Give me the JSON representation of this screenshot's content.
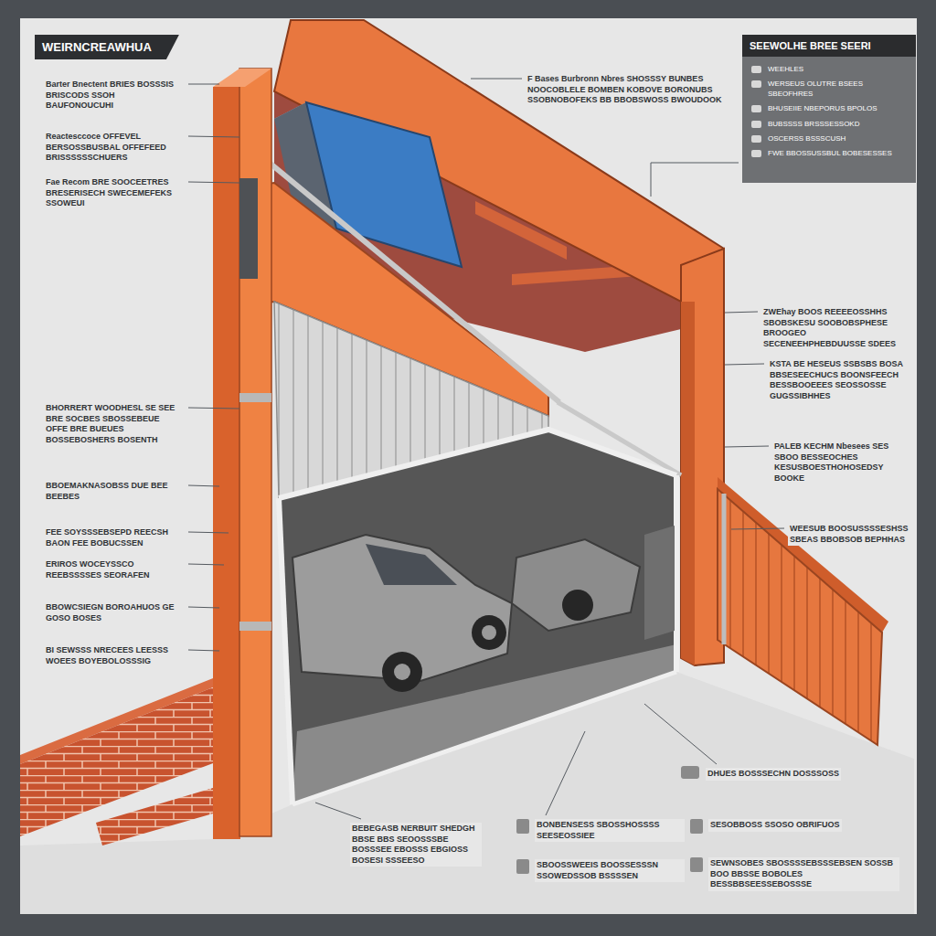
{
  "diagram": {
    "title": "WEIRNCREAWHUA",
    "nodes": [
      {
        "text": [
          "SEEWOLHE BREE SEERI",
          "WEEHLES",
          "WERSEUS OLUTRE BSEES SBEOFHRES",
          "BHUSEIIE NBEPORUS BPOLOS",
          "BUBSSSS BRSSSESSOKD",
          "OSCERSS BSSSCUSH",
          "FWE BBOSSUSSBUL BOBESESSES"
        ]
      }
    ],
    "labels": [
      "Barter Bnectent BRIES BOSSSIS BRISCODS SSOH BAUFONOUCUHI",
      "Reactesccoce OFFEVEL BERSOSSBUSBAL OFFEFEED BRISSSSSSCHUERS",
      "Fae Recom BRE SOOCEETRES BRESERISECH SWECEMEFEKS SSOWEUI",
      "F Bases Burbronn Nbres SHOSSSY BUNBES NOOCOBLELE BOMBEN KOBOVE BORONUBS SSOBNOBOFEKS BB BBOBSWOSS BWOUDOOK",
      "ZWEhay BOOS REEEEOSSHHS SBOBSKESU SOOBOBSPHESE BROOGEO SECENEEHPHEBDUUSSE SDEES",
      "KSTA BE HESEUS SSBSBS BOSA BBSESEECHUCS BOONSFEECH BESSBOOEEES SEOSSOSSE GUGSSIBHHES",
      "PALEB KECHM Nbesees SES SBOO BESSEOCHES KESUSBOESTHOHOSEDSY BOOKE",
      "BHORRERT WOODHESL SE SEE BRE SOCBES SBOSSEBEUE OFFE BRE BUEUES BOSSEBOSHERS BOSENTH",
      "BBOEMAKNASOBSS DUE BEE BEEBES",
      "WEESUB BOOSUSSSSESHSS SBEAS BBOBSOB BEPHHAS",
      "FEE SOYSSSEBSEPD REECSH BAON FEE BOBUCSSEN",
      "ERIROS WOCEYSSCO REEBSSSSES SEORAFEN",
      "BBOWCSIEGN BOROAHUOS GE GOSO BOSES",
      "BI SEWSSS NRECEES LEESSS WOEES BOYEBOLOSSSIG",
      "DHUES BOSSSECHN DOSSSOSS",
      "BEBEGASB NERBUIT SHEDGH BBSE BBS SEOOSSSBE BOSSSEE EBOSSS EBGIOSS BOSESI SSSEESO",
      "BONBENSESS SBOSSHOSSSS SEESEOSSIEE",
      "SESOBBOSS SSOSO OBRIFUOS",
      "SBOOSSWEEIS BOOSSESSSN SSOWEDSSOB BSSSSEN",
      "SEWNSOBES SBOSSSSEBSSSEBSEN SOSSB BOO BBSSE BOBOLES BESSBBSEESSEBOSSSE"
    ]
  }
}
